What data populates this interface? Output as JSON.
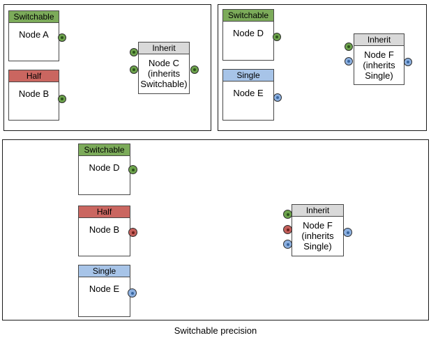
{
  "caption": "Switchable precision",
  "colors": {
    "switchable": "#7cab5a",
    "half": "#ca6660",
    "single": "#a7c4e8",
    "inherit": "#d9d9d9"
  },
  "panels": [
    {
      "name": "top-left",
      "nodes": [
        {
          "header": "Switchable",
          "label": "Node A"
        },
        {
          "header": "Half",
          "label": "Node B"
        },
        {
          "header": "Inherit",
          "label": "Node C (inherits Switchable)"
        }
      ]
    },
    {
      "name": "top-right",
      "nodes": [
        {
          "header": "Switchable",
          "label": "Node D"
        },
        {
          "header": "Single",
          "label": "Node E"
        },
        {
          "header": "Inherit",
          "label": "Node F (inherits Single)"
        }
      ]
    },
    {
      "name": "bottom",
      "nodes": [
        {
          "header": "Switchable",
          "label": "Node D"
        },
        {
          "header": "Half",
          "label": "Node B"
        },
        {
          "header": "Single",
          "label": "Node E"
        },
        {
          "header": "Inherit",
          "label": "Node F (inherits Single)"
        }
      ]
    }
  ]
}
